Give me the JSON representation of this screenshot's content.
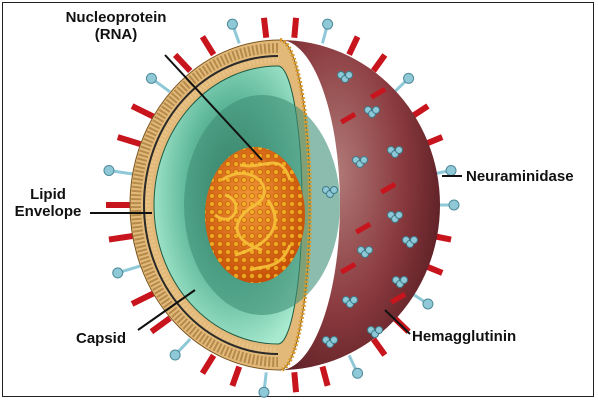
{
  "labels": {
    "nucleoprotein": "Nucleoprotein",
    "rna": "(RNA)",
    "lipid": "Lipid",
    "envelope": "Envelope",
    "capsid": "Capsid",
    "neuraminidase": "Neuraminidase",
    "hemagglutinin": "Hemagglutinin"
  },
  "colors": {
    "spike_red": "#c8141c",
    "spike_blue": "#8fc9d8",
    "membrane_tan": "#d8b27a",
    "capsid_green": "#3f9f86",
    "interior_green": "#9fe3c8",
    "core_orange": "#e36a10",
    "outer_maroon": "#8a3a3e"
  }
}
